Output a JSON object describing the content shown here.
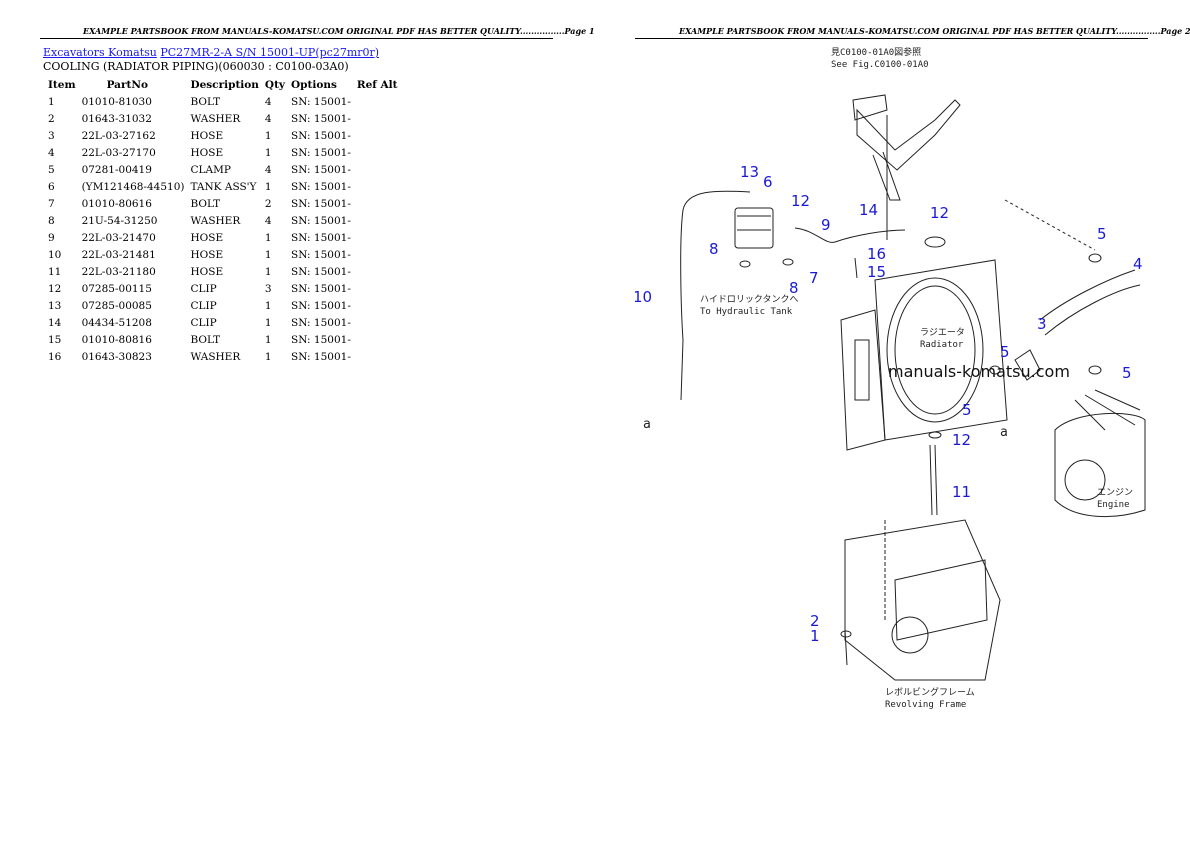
{
  "header": "EXAMPLE PARTSBOOK FROM MANUALS-KOMATSU.COM ORIGINAL PDF HAS BETTER QUALITY",
  "page1": {
    "header_page": "Page 1",
    "breadcrumb": {
      "link1": "Excavators Komatsu",
      "link2": "PC27MR-2-A S/N 15001-UP(pc27mr0r)"
    },
    "subtitle": "COOLING (RADIATOR PIPING)(060030 : C0100-03A0)",
    "table": {
      "headers": [
        "Item",
        "PartNo",
        "Description",
        "Qty",
        "Options",
        "Ref Alt"
      ],
      "rows": [
        [
          "1",
          "01010-81030",
          "BOLT",
          "4",
          "SN: 15001-"
        ],
        [
          "2",
          "01643-31032",
          "WASHER",
          "4",
          "SN: 15001-"
        ],
        [
          "3",
          "22L-03-27162",
          "HOSE",
          "1",
          "SN: 15001-"
        ],
        [
          "4",
          "22L-03-27170",
          "HOSE",
          "1",
          "SN: 15001-"
        ],
        [
          "5",
          "07281-00419",
          "CLAMP",
          "4",
          "SN: 15001-"
        ],
        [
          "6",
          "(YM121468-44510)",
          "TANK ASS'Y",
          "1",
          "SN: 15001-"
        ],
        [
          "7",
          "01010-80616",
          "BOLT",
          "2",
          "SN: 15001-"
        ],
        [
          "8",
          "21U-54-31250",
          "WASHER",
          "4",
          "SN: 15001-"
        ],
        [
          "9",
          "22L-03-21470",
          "HOSE",
          "1",
          "SN: 15001-"
        ],
        [
          "10",
          "22L-03-21481",
          "HOSE",
          "1",
          "SN: 15001-"
        ],
        [
          "11",
          "22L-03-21180",
          "HOSE",
          "1",
          "SN: 15001-"
        ],
        [
          "12",
          "07285-00115",
          "CLIP",
          "3",
          "SN: 15001-"
        ],
        [
          "13",
          "07285-00085",
          "CLIP",
          "1",
          "SN: 15001-"
        ],
        [
          "14",
          "04434-51208",
          "CLIP",
          "1",
          "SN: 15001-"
        ],
        [
          "15",
          "01010-80816",
          "BOLT",
          "1",
          "SN: 15001-"
        ],
        [
          "16",
          "01643-30823",
          "WASHER",
          "1",
          "SN: 15001-"
        ]
      ]
    }
  },
  "page2": {
    "header_page": "Page 2",
    "drawing": {
      "see_fig_jp": "見C0100-01A0図参照",
      "see_fig": "See Fig.C0100-01A0",
      "tank_jp": "ハイドロリックタンクへ",
      "tank": "To Hydraulic Tank",
      "radiator_jp": "ラジエータ",
      "radiator": "Radiator",
      "engine_jp": "エンジン",
      "engine": "Engine",
      "frame_jp": "レボルビングフレーム",
      "frame": "Revolving Frame",
      "watermark": "manuals-komatsu.com",
      "ref_a": "a",
      "callouts": [
        "1",
        "2",
        "3",
        "4",
        "5",
        "5",
        "5",
        "5",
        "6",
        "7",
        "8",
        "8",
        "9",
        "10",
        "11",
        "12",
        "12",
        "12",
        "13",
        "14",
        "15",
        "16"
      ]
    }
  },
  "colors": {
    "link": "#1a1aee",
    "callout": "#1a1ad6"
  },
  "icons": {
    "drawing": "exploded-parts-diagram"
  }
}
